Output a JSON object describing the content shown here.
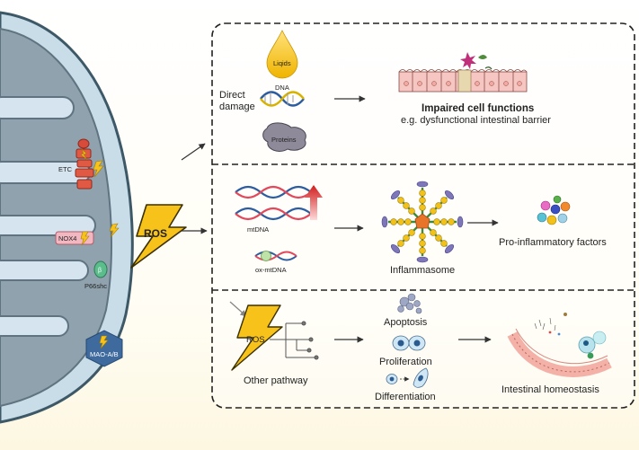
{
  "mitochondrion": {
    "etc_label": "ETC",
    "nox4_label": "NOX4",
    "p66shc_label": "P66shc",
    "mao_label": "MAO-A/B"
  },
  "ros_label": "ROS",
  "panel1": {
    "lipids_label": "Liqids",
    "dna_label": "DNA",
    "proteins_label": "Proteins",
    "direct_damage_line1": "Direct",
    "direct_damage_line2": "damage",
    "outcome_title": "Impaired cell functions",
    "outcome_subtitle": "e.g. dysfunctional intestinal barrier"
  },
  "panel2": {
    "mtdna_label": "mtDNA",
    "ox_mtdna_label": "ox-mtDNA",
    "inflammasome_label": "Inflammasome",
    "outcome_label": "Pro-inflammatory factors"
  },
  "panel3": {
    "ros_label": "ROS",
    "other_pathway_label": "Other pathway",
    "apoptosis_label": "Apoptosis",
    "proliferation_label": "Proliferation",
    "differentiation_label": "Differentiation",
    "outcome_label": "Intestinal homeostasis"
  },
  "colors": {
    "mito_outer": "#c8dcea",
    "mito_inner": "#8fa2ad",
    "mito_border": "#3d5866",
    "ros_bolt": "#f7c31b",
    "arrow": "#333333",
    "panel_border": "#222222"
  }
}
